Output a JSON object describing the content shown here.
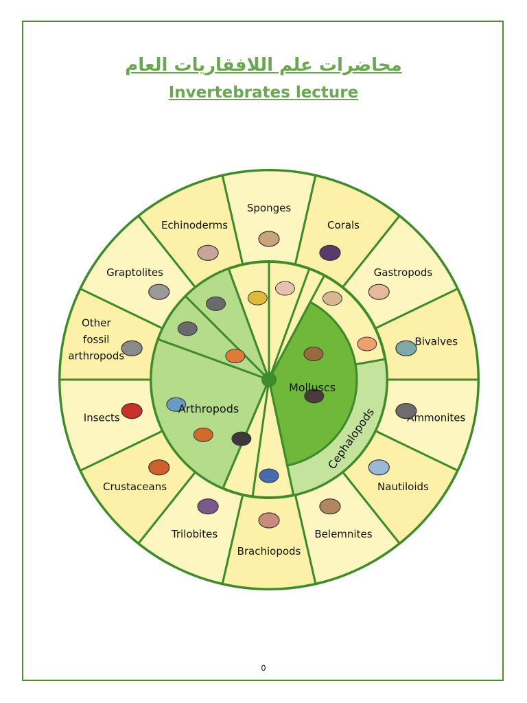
{
  "header": {
    "title_ar": "محاضرات علم اللافقاريات العام",
    "title_en": "Invertebrates lecture"
  },
  "wheel": {
    "outer_segments": [
      {
        "label": "Sponges",
        "icon": "sponge-icon"
      },
      {
        "label": "Corals",
        "icon": "coral-icon"
      },
      {
        "label": "Gastropods",
        "icon": "gastropod-shell-icon"
      },
      {
        "label": "Bivalves",
        "icon": "bivalve-shell-icon"
      },
      {
        "label": "Ammonites",
        "icon": "ammonite-icon"
      },
      {
        "label": "Nautiloids",
        "icon": "nautiloid-icon"
      },
      {
        "label": "Belemnites",
        "icon": "belemnite-icon"
      },
      {
        "label": "Brachiopods",
        "icon": "brachiopod-icon"
      },
      {
        "label": "Trilobites",
        "icon": "trilobite-icon"
      },
      {
        "label": "Crustaceans",
        "icon": "lobster-icon"
      },
      {
        "label": "Insects",
        "icon": "ladybird-icon"
      },
      {
        "label": "Other fossil arthropods",
        "lines": [
          "Other",
          "fossil",
          "arthropods"
        ],
        "icon": "fossil-arthropod-icon"
      },
      {
        "label": "Graptolites",
        "icon": "graptolite-icon"
      },
      {
        "label": "Echinoderms",
        "icon": "sea-urchin-icon"
      }
    ],
    "inner_groups": {
      "arthropods": "Arthropods",
      "molluscs": "Molluscs",
      "cephalopods": "Cephalopods"
    },
    "colors": {
      "outer_fill": "#fdf6c0",
      "outer_fill_alt": "#fdf0a8",
      "ring_stroke": "#3f8a2a",
      "arthropods_fill": "#b5dc8a",
      "molluscs_fill": "#6fb83a",
      "cephalopods_fill": "#c4e39d",
      "inner_yellow": "#fdf3b0"
    }
  },
  "footer": {
    "page_number": "0"
  }
}
